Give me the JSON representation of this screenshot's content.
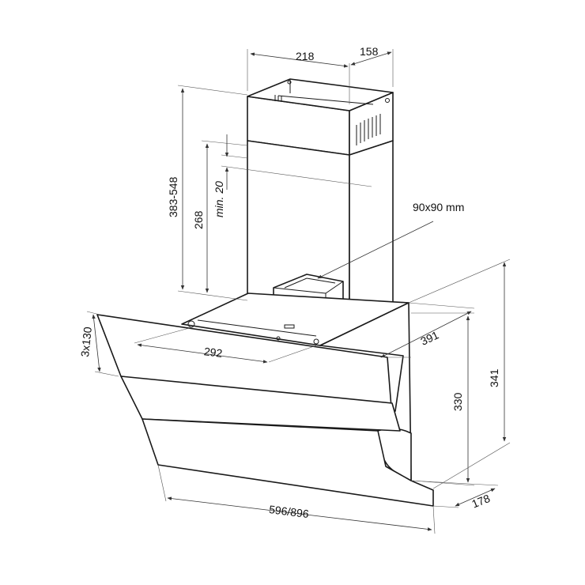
{
  "dimensions": {
    "chimney_width": "218",
    "chimney_depth": "158",
    "chimney_height_range": "383-548",
    "inner_chimney_height": "268",
    "min_clearance": "min. 20",
    "duct_size": "90x90 mm",
    "glass_panels": "3x130",
    "base_width": "292",
    "canopy_depth": "391",
    "body_height": "330",
    "total_height": "341",
    "hood_width": "596/896",
    "bottom_depth": "178"
  },
  "colors": {
    "line": "#1a1a1a",
    "dimension_line": "#333333",
    "background": "#ffffff"
  }
}
